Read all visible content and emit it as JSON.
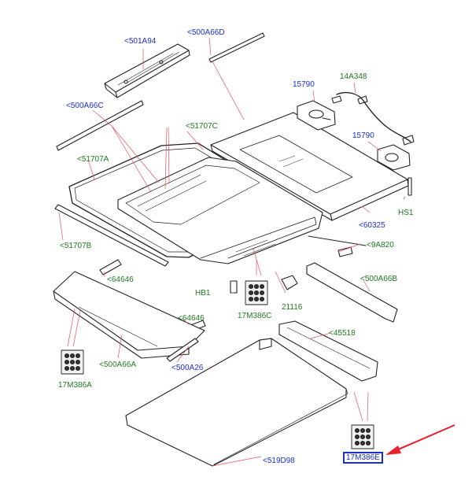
{
  "diagram": {
    "labels": {
      "l_501A94": "<501A94",
      "l_500A66D": "<500A66D",
      "l_15790a": "15790",
      "l_14A348": "14A348",
      "l_500A66C": "<500A66C",
      "l_51707C": "<51707C",
      "l_15790b": "15790",
      "l_51707A": "<51707A",
      "l_HS1": "HS1",
      "l_60325": "<60325",
      "l_51707B": "<51707B",
      "l_9A820": "<9A820",
      "l_64646a": "<64646",
      "l_500A66B": "<500A66B",
      "l_HB1": "HB1",
      "l_21116": "21116",
      "l_17M386C": "17M386C",
      "l_64646b": "<64646",
      "l_45518": "<45518",
      "l_500A66A": "<500A66A",
      "l_500A26": "<500A26",
      "l_17M386A": "17M386A",
      "l_519D98": "<519D98",
      "l_17M386E": "17M386E"
    },
    "colors": {
      "part_number": "#1f7a1f",
      "reference": "#1a2fd0",
      "leader": "#e8505b",
      "arrow": "#e8202a",
      "outline": "#222222"
    }
  }
}
